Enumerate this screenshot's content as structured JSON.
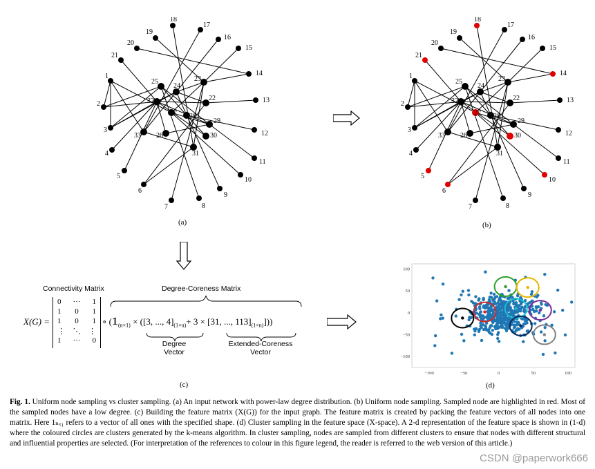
{
  "graph_a": {
    "label": "(a)",
    "nodes": [
      "1",
      "2",
      "3",
      "4",
      "5",
      "6",
      "7",
      "8",
      "9",
      "10",
      "11",
      "12",
      "13",
      "14",
      "15",
      "16",
      "17",
      "18",
      "19",
      "20",
      "21",
      "22",
      "23",
      "24",
      "25",
      "26",
      "27",
      "28",
      "29",
      "30",
      "31",
      "32",
      "33"
    ]
  },
  "graph_b": {
    "label": "(b)",
    "nodes": [
      "1",
      "2",
      "3",
      "4",
      "5",
      "6",
      "7",
      "8",
      "9",
      "10",
      "11",
      "12",
      "13",
      "14",
      "15",
      "16",
      "17",
      "18",
      "19",
      "20",
      "21",
      "22",
      "23",
      "24",
      "25",
      "26",
      "27",
      "28",
      "29",
      "30",
      "31",
      "32",
      "33"
    ],
    "sampled_nodes": [
      "5",
      "6",
      "10",
      "14",
      "18",
      "21",
      "27",
      "30"
    ],
    "sampled_color": "#e00000",
    "node_color": "#000000"
  },
  "panel_c": {
    "label": "(c)",
    "connectivity_label": "Connectivity Matrix",
    "degree_coreness_label": "Degree-Coreness Matrix",
    "degree_vector_label": [
      "Degree",
      "Vector"
    ],
    "ext_coreness_label": [
      "Extended-Coreness",
      "Vector"
    ],
    "lhs": "X(G) =",
    "matrix_rows": [
      [
        "0",
        "···",
        "1"
      ],
      [
        "1",
        "0",
        "1"
      ],
      [
        "1",
        "0",
        "1"
      ],
      [
        "⋮",
        "⋱",
        "⋮"
      ],
      [
        "1",
        "···",
        "0"
      ]
    ],
    "formula": "∘ (𝟙",
    "ones_sub": "(n×1)",
    "times1": " × ([3, ..., 4]",
    "sub1": "(1×n)",
    "plus": "+ 3 × [31, ..., 113]",
    "sub2": "(1×n)",
    "close": "]))"
  },
  "panel_d": {
    "label": "(d)",
    "chart_data": {
      "type": "scatter",
      "xticks": [
        "−100",
        "−50",
        "0",
        "50",
        "100"
      ],
      "yticks": [
        "100",
        "50",
        "0",
        "−50",
        "−100"
      ],
      "xlim": [
        -125,
        110
      ],
      "ylim": [
        -125,
        112
      ],
      "point_color": "#1f77b4",
      "clusters": [
        {
          "color": "#2ca02c",
          "center": [
            10,
            60
          ]
        },
        {
          "color": "#e6b400",
          "center": [
            42,
            58
          ]
        },
        {
          "color": "#17becf",
          "center": [
            25,
            10
          ]
        },
        {
          "color": "#d62728",
          "center": [
            -20,
            2
          ]
        },
        {
          "color": "#7a2ea0",
          "center": [
            60,
            6
          ]
        },
        {
          "color": "#000000",
          "center": [
            -52,
            -12
          ]
        },
        {
          "color": "#0a2a5a",
          "center": [
            32,
            -30
          ]
        },
        {
          "color": "#7f7f7f",
          "center": [
            66,
            -50
          ]
        }
      ]
    }
  },
  "caption": {
    "fig": "Fig. 1.",
    "text": " Uniform node sampling vs cluster sampling. (a) An input network with power-law degree distribution. (b) Uniform node sampling. Sampled node are highlighted in red. Most of the sampled nodes have a low degree. (c) Building the feature matrix (X(G)) for the input graph. The feature matrix is created by packing the feature vectors of all nodes into one matrix. Here 1ₙₓ₁ refers to a vector of all ones with the specified shape. (d) Cluster sampling in the feature space (X-space). A 2-d representation of the feature space is shown in (1-d) where the coloured circles are clusters generated by the k-means algorithm. In cluster sampling, nodes are sampled from different clusters to ensure that nodes with different structural and influential properties are selected. (For interpretation of the references to colour in this figure legend, the reader is referred to the web version of this article.)"
  },
  "arrows": {
    "right": "⟹",
    "down": "⟱"
  },
  "watermark": "CSDN @paperwork666"
}
